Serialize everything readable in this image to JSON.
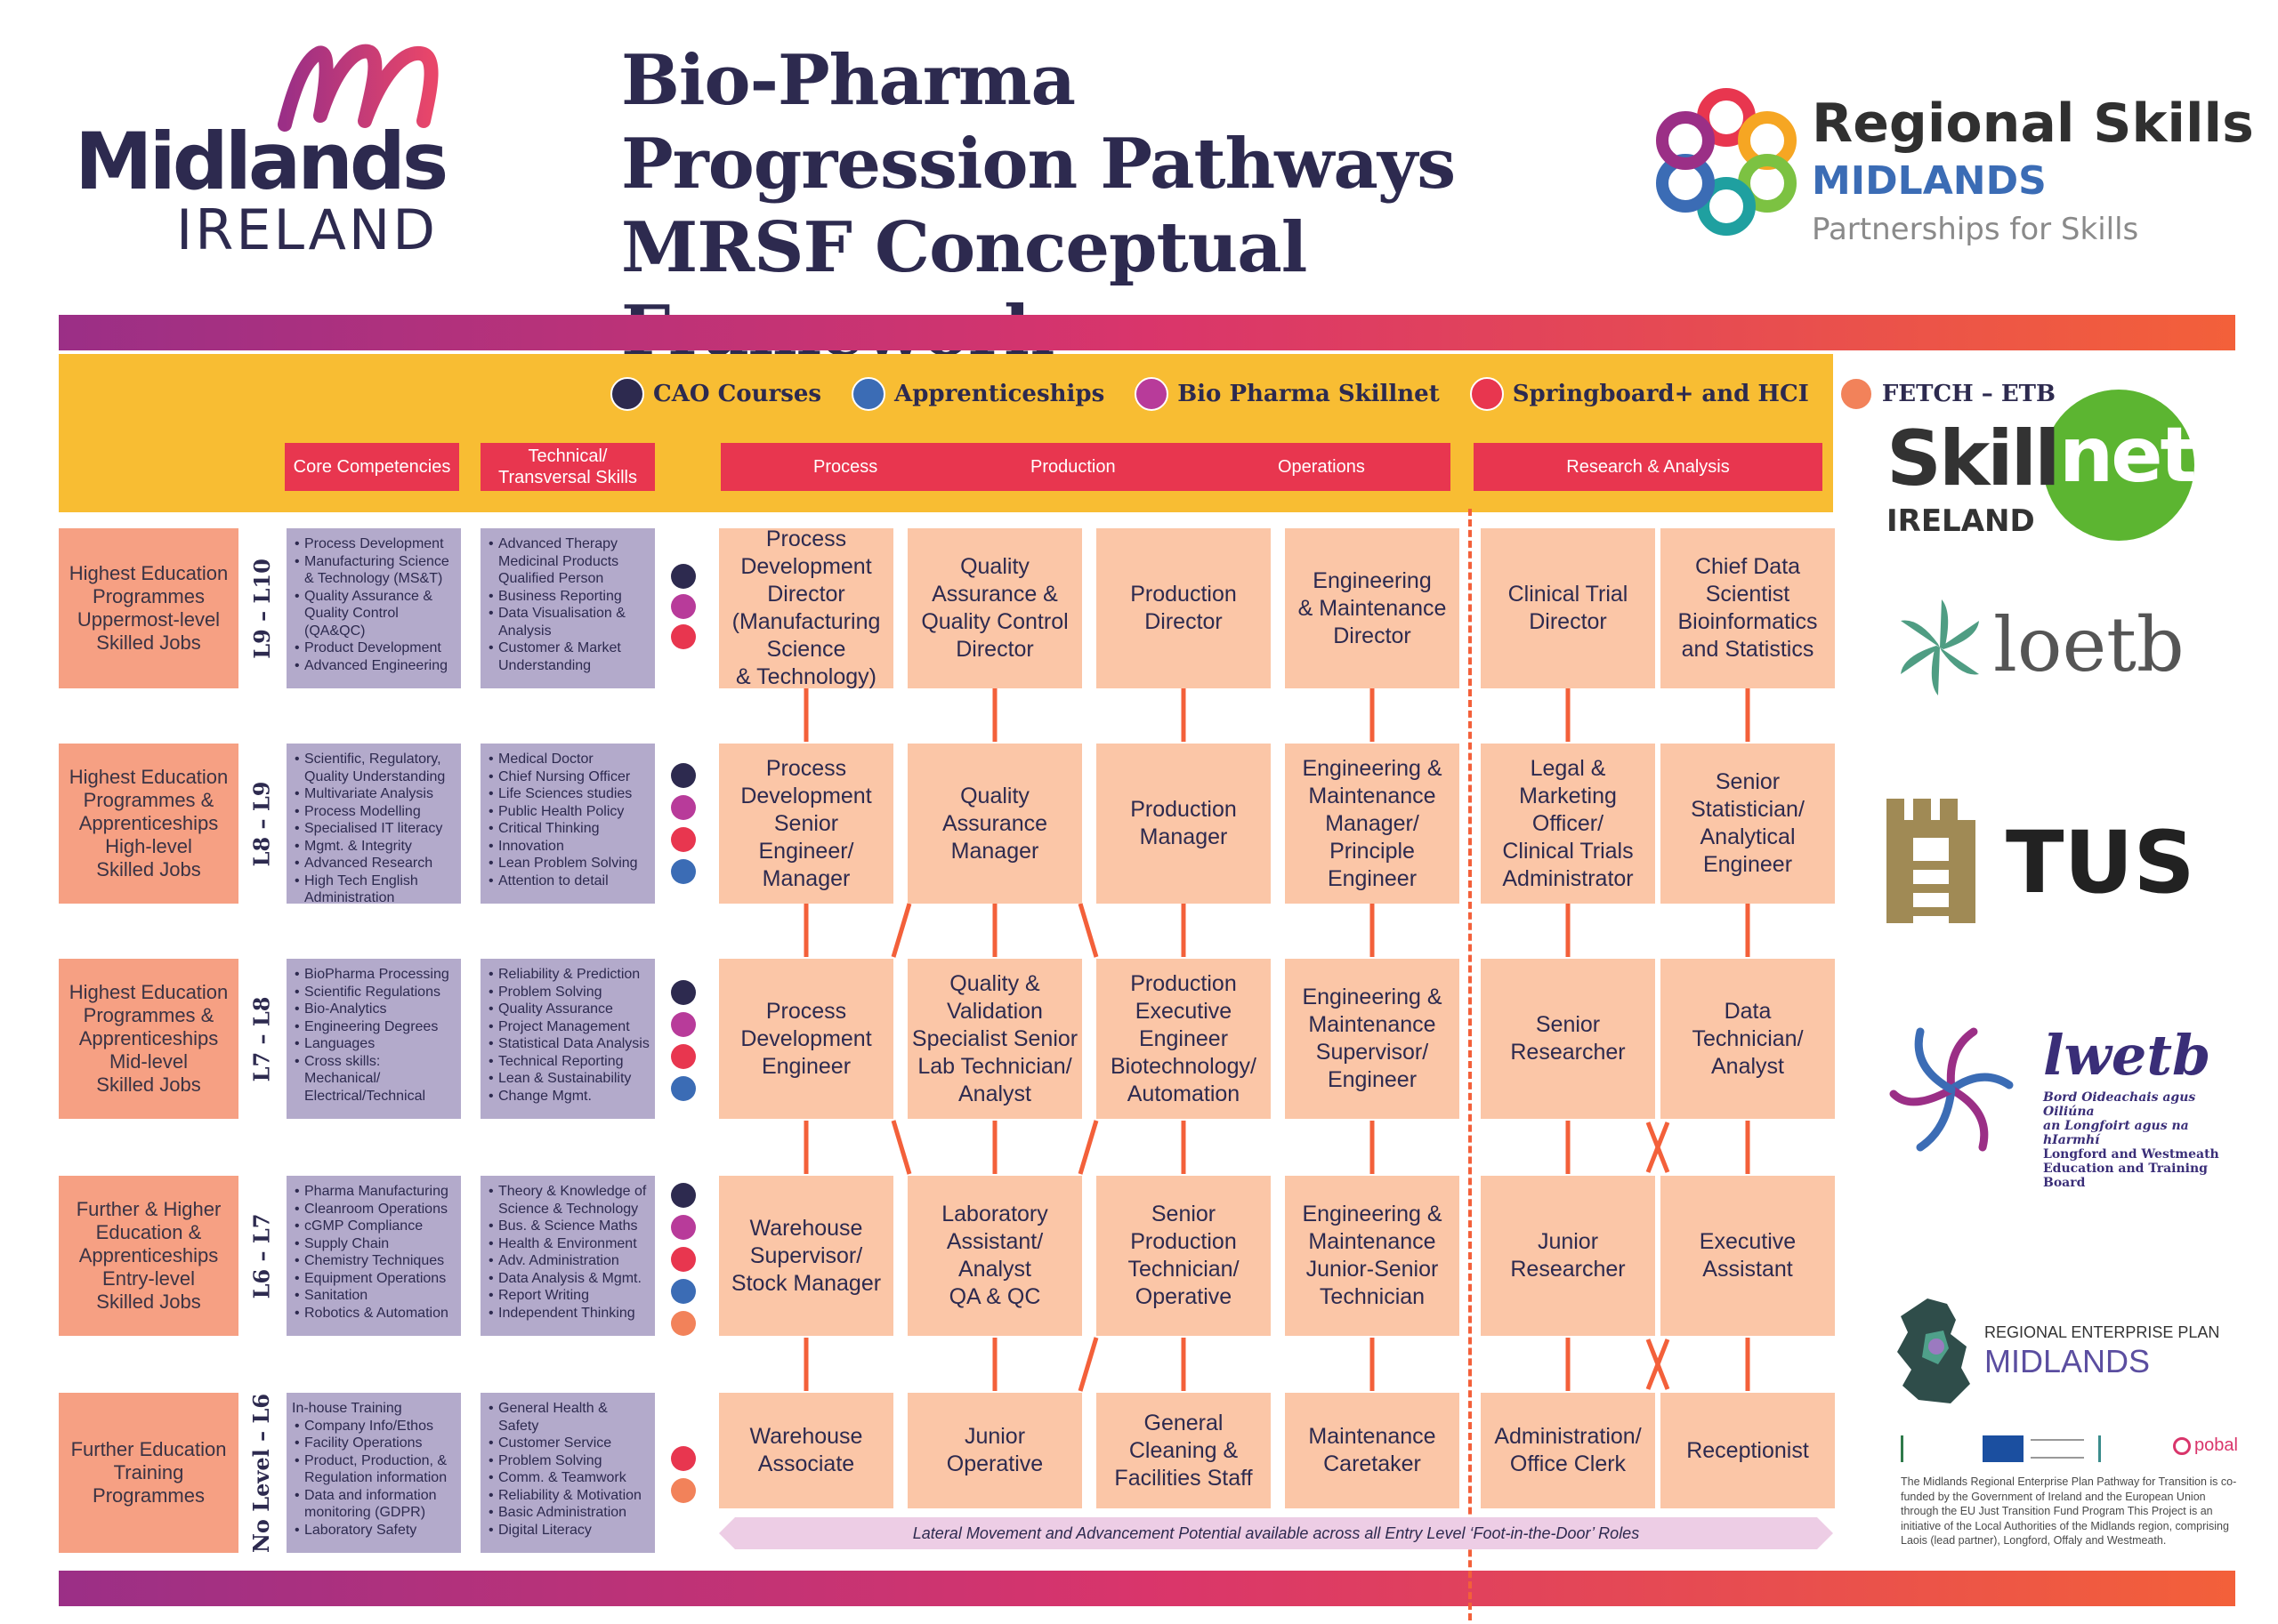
{
  "header": {
    "title_lines": [
      "Bio-Pharma",
      "Progression Pathways",
      "MRSF Conceptual Framework"
    ],
    "logo_midlands": {
      "word1": "Midlands",
      "word2": "IRELAND"
    },
    "logo_regional_skills": {
      "line1": "Regional Skills",
      "line2": "MIDLANDS",
      "line3": "Partnerships for Skills"
    }
  },
  "legend": [
    {
      "label": "CAO Courses",
      "color": "#2d2a4f"
    },
    {
      "label": "Apprenticeships",
      "color": "#3b6cb5"
    },
    {
      "label": "Bio Pharma Skillnet",
      "color": "#b83b9a"
    },
    {
      "label": "Springboard+ and HCI",
      "color": "#e8364f"
    },
    {
      "label": "FETCH – ETB",
      "color": "#f2825a"
    }
  ],
  "column_headers": {
    "core": "Core Competencies",
    "technical": [
      "Technical/",
      "Transversal Skills"
    ],
    "process": "Process",
    "production": "Production",
    "operations": "Operations",
    "research": "Research & Analysis"
  },
  "rows": [
    {
      "category": [
        "Highest Education",
        "Programmes",
        "Uppermost-level",
        "Skilled Jobs"
      ],
      "level": "L9 – L10",
      "core": [
        "Process Development",
        "Manufacturing Science & Technology (MS&T)",
        "Quality Assurance & Quality Control (QA&QC)",
        "Product Development",
        "Advanced Engineering"
      ],
      "technical": [
        "Advanced Therapy Medicinal Products Qualified Person",
        "Business Reporting",
        "Data Visualisation & Analysis",
        "Customer & Market Understanding"
      ],
      "dots": [
        "#2d2a4f",
        "#b83b9a",
        "#e8364f"
      ],
      "jobs": [
        [
          "Process",
          "Development",
          "Director",
          "(Manufacturing",
          "Science",
          "& Technology)"
        ],
        [
          "Quality",
          "Assurance &",
          "Quality Control",
          "Director"
        ],
        [
          "Production",
          "Director"
        ],
        [
          "Engineering",
          "& Maintenance",
          "Director"
        ],
        [
          "Clinical Trial",
          "Director"
        ],
        [
          "Chief Data",
          "Scientist",
          "Bioinformatics",
          "and Statistics"
        ]
      ]
    },
    {
      "category": [
        "Highest Education",
        "Programmes &",
        "Apprenticeships",
        "High-level",
        "Skilled Jobs"
      ],
      "level": "L8 – L9",
      "core": [
        "Scientific, Regulatory, Quality Understanding",
        "Multivariate Analysis",
        "Process Modelling",
        "Specialised IT literacy",
        "Mgmt. & Integrity",
        "Advanced Research",
        "High Tech English Administration"
      ],
      "technical": [
        "Medical Doctor",
        "Chief Nursing Officer",
        "Life Sciences studies",
        "Public Health Policy",
        "Critical Thinking",
        "Innovation",
        "Lean Problem Solving",
        "Attention to detail"
      ],
      "dots": [
        "#2d2a4f",
        "#b83b9a",
        "#e8364f",
        "#3b6cb5"
      ],
      "jobs": [
        [
          "Process",
          "Development",
          "Senior",
          "Engineer/",
          "Manager"
        ],
        [
          "Quality",
          "Assurance",
          "Manager"
        ],
        [
          "Production",
          "Manager"
        ],
        [
          "Engineering &",
          "Maintenance",
          "Manager/",
          "Principle",
          "Engineer"
        ],
        [
          "Legal &",
          "Marketing",
          "Officer/",
          "Clinical Trials",
          "Administrator"
        ],
        [
          "Senior",
          "Statistician/",
          "Analytical",
          "Engineer"
        ]
      ]
    },
    {
      "category": [
        "Highest Education",
        "Programmes &",
        "Apprenticeships",
        "Mid-level",
        "Skilled Jobs"
      ],
      "level": "L7 – L8",
      "core": [
        "BioPharma Processing",
        "Scientific Regulations",
        "Bio-Analytics",
        "Engineering Degrees",
        "Languages",
        "Cross skills: Mechanical/ Electrical/Technical"
      ],
      "technical": [
        "Reliability & Prediction",
        "Problem Solving",
        "Quality Assurance",
        "Project Management",
        "Statistical Data Analysis",
        "Technical Reporting",
        "Lean & Sustainability",
        "Change Mgmt."
      ],
      "dots": [
        "#2d2a4f",
        "#b83b9a",
        "#e8364f",
        "#3b6cb5"
      ],
      "jobs": [
        [
          "Process",
          "Development",
          "Engineer"
        ],
        [
          "Quality &",
          "Validation",
          "Specialist Senior",
          "Lab Technician/",
          "Analyst"
        ],
        [
          "Production",
          "Executive",
          "Engineer",
          "Biotechnology/",
          "Automation"
        ],
        [
          "Engineering &",
          "Maintenance",
          "Supervisor/",
          "Engineer"
        ],
        [
          "Senior",
          "Researcher"
        ],
        [
          "Data",
          "Technician/",
          "Analyst"
        ]
      ]
    },
    {
      "category": [
        "Further & Higher",
        "Education &",
        "Apprenticeships",
        "Entry-level",
        "Skilled Jobs"
      ],
      "level": "L6 – L7",
      "core": [
        "Pharma Manufacturing",
        "Cleanroom Operations",
        "cGMP Compliance",
        "Supply Chain",
        "Chemistry Techniques",
        "Equipment Operations",
        "Sanitation",
        "Robotics & Automation"
      ],
      "technical": [
        "Theory & Knowledge of Science & Technology",
        "Bus. & Science Maths",
        "Health & Environment",
        "Adv. Administration",
        "Data Analysis & Mgmt.",
        "Report Writing",
        "Independent Thinking"
      ],
      "dots": [
        "#2d2a4f",
        "#b83b9a",
        "#e8364f",
        "#3b6cb5",
        "#f2825a"
      ],
      "jobs": [
        [
          "Warehouse",
          "Supervisor/",
          "Stock Manager"
        ],
        [
          "Laboratory",
          "Assistant/",
          "Analyst",
          "QA & QC"
        ],
        [
          "Senior",
          "Production",
          "Technician/",
          "Operative"
        ],
        [
          "Engineering &",
          "Maintenance",
          "Junior-Senior",
          "Technician"
        ],
        [
          "Junior",
          "Researcher"
        ],
        [
          "Executive",
          "Assistant"
        ]
      ]
    },
    {
      "category": [
        "Further Education",
        "Training",
        "Programmes"
      ],
      "level": "No Level – L6",
      "core_heading": "In-house Training",
      "core": [
        "Company Info/Ethos",
        "Facility Operations",
        "Product, Production, & Regulation information",
        "Data and information monitoring (GDPR)",
        "Laboratory Safety"
      ],
      "technical": [
        "General Health & Safety",
        "Customer Service",
        "Problem Solving",
        "Comm. & Teamwork",
        "Reliability & Motivation",
        "Basic Administration",
        "Digital Literacy"
      ],
      "dots": [
        "#e8364f",
        "#f2825a"
      ],
      "jobs": [
        [
          "Warehouse",
          "Associate"
        ],
        [
          "Junior",
          "Operative"
        ],
        [
          "General",
          "Cleaning &",
          "Facilities Staff"
        ],
        [
          "Maintenance",
          "Caretaker"
        ],
        [
          "Administration/",
          "Office Clerk"
        ],
        [
          "Receptionist"
        ]
      ]
    }
  ],
  "lateral_banner": "Lateral Movement and Advancement Potential available across all Entry Level ‘Foot-in-the-Door’ Roles",
  "partners": {
    "skillnet": {
      "word1": "Skill",
      "word2": "net",
      "word3": "IRELAND"
    },
    "loetb": "loetb",
    "tus": "TUS",
    "lwetb": {
      "name": "lwetb",
      "irish_line1": "Bord Oideachais agus Oiliúna",
      "irish_line2": "an Longfoirt agus na hIarmhí",
      "line3": "Longford and Westmeath",
      "line4": "Education and Training Board"
    },
    "rep": {
      "line1": "REGIONAL ENTERPRISE PLAN",
      "line2": "MIDLANDS"
    },
    "funder_pobal": "pobal",
    "fine_print": "The Midlands Regional Enterprise Plan Pathway for Transition is co-funded by the Government of Ireland and the European Union through the EU Just Transition Fund Program This Project is an initiative of the Local Authorities of the Midlands region, comprising Laois (lead partner), Longford, Offaly and Westmeath."
  }
}
